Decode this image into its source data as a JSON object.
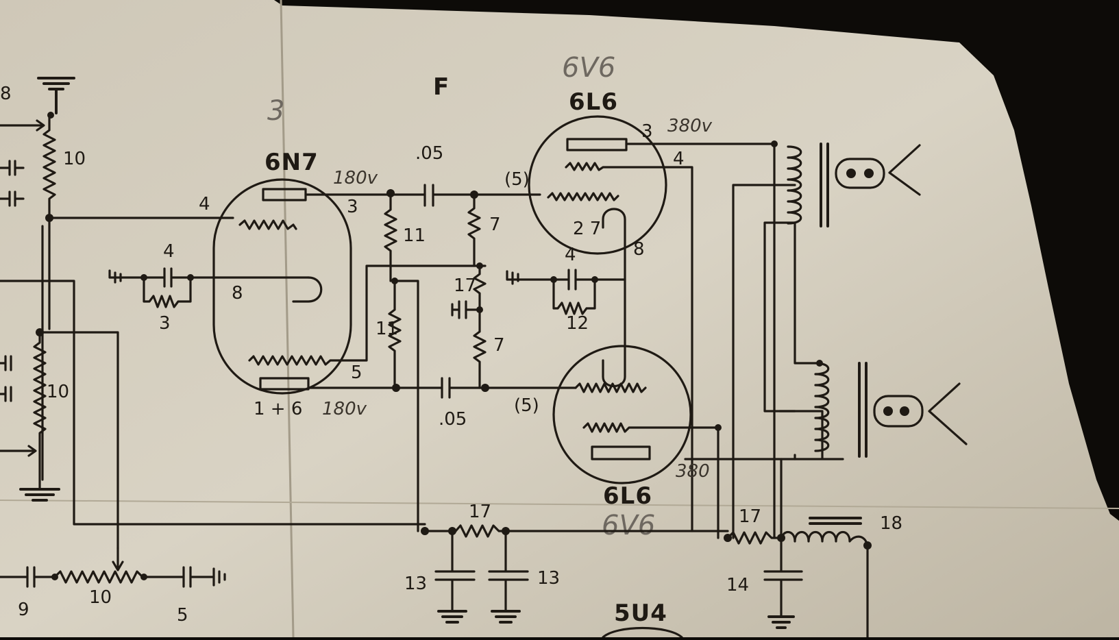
{
  "tubes": {
    "driver": {
      "type": "6N7",
      "pins": {
        "plate_a": "3",
        "grid_a": "4",
        "cathode": "8",
        "plate_b": "5",
        "grid_b": "1 + 6",
        "voltage_b": "180v"
      },
      "voltage_a": "180v"
    },
    "output_top": {
      "type": "6L6",
      "alt": "6V6",
      "pins": {
        "plate": "3",
        "screen": "4",
        "grid": "(5)",
        "heater": "2 7",
        "cathode": "8"
      },
      "voltage": "380v"
    },
    "output_bottom": {
      "type": "6L6",
      "alt": "6V6",
      "pins": {
        "grid": "(5)"
      },
      "voltage": "380"
    },
    "rectifier": {
      "type": "5U4"
    }
  },
  "capacitors": {
    "coupling_top": ".05",
    "coupling_bottom": ".05",
    "cathode_bypass_driver": "4",
    "cathode_bypass_output": "4",
    "filter_a": "13",
    "filter_b": "13",
    "filter_c": "14",
    "left_bottom_a": "9",
    "left_bottom_b": "5"
  },
  "resistors": {
    "volume_top": "10",
    "volume_mid": "10",
    "tone_bottom": "10",
    "cathode_driver": "3",
    "plate_load_top": "11",
    "plate_load_bottom": "11",
    "grid_leak_top": "7",
    "grid_leak_bottom": "7",
    "grid_return": "17",
    "cathode_output": "12",
    "decoupling": "17",
    "supply_dropping": "17"
  },
  "inductors": {
    "choke": "18"
  },
  "edge_labels": {
    "top_left": "8"
  },
  "pencil_marks": {
    "corner_letter": "F",
    "small_mark": "3"
  }
}
